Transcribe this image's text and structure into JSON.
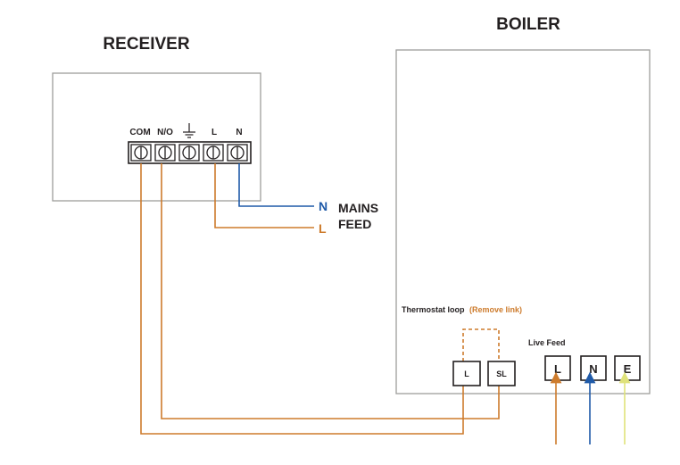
{
  "receiver": {
    "title": "RECEIVER",
    "terminals": [
      "COM",
      "N/O",
      "",
      "L",
      "N"
    ]
  },
  "boiler": {
    "title": "BOILER",
    "thermostat_loop_label": "Thermostat loop",
    "remove_link_label": "(Remove link)",
    "thermostat_terminals": [
      "L",
      "SL"
    ],
    "live_feed_label": "Live Feed",
    "live_feed_terminals": [
      "L",
      "N",
      "E"
    ]
  },
  "mains": {
    "n_letter": "N",
    "l_letter": "L",
    "line1": "MAINS",
    "line2": "FEED"
  },
  "colors": {
    "live": "#cd7b2c",
    "neutral": "#1f5aa8",
    "earth": "#dfe27a",
    "box_border": "#9d9d9c",
    "text": "#231f20"
  }
}
